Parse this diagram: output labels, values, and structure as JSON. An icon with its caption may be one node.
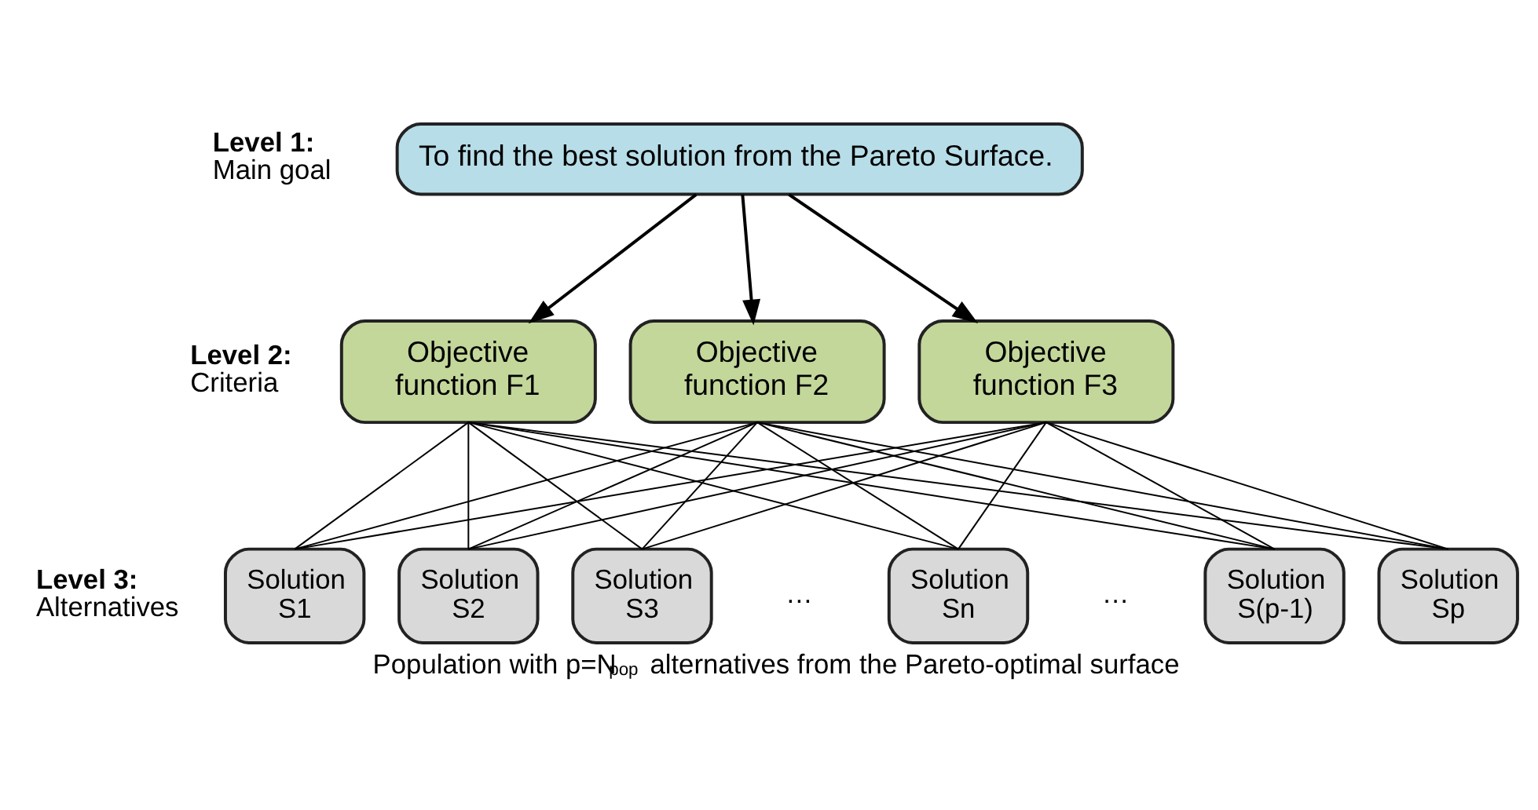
{
  "diagram": {
    "caption": "Population with p=N$_{pop}$ alternatives from the Pareto-optimal surface",
    "nodes": [
      {
        "text": [
          "To find the best solution from the Pareto Surface."
        ]
      },
      {
        "text": [
          "Objective function F1"
        ]
      },
      {
        "text": [
          "Objective function F2"
        ]
      },
      {
        "text": [
          "Objective function F3"
        ]
      },
      {
        "text": [
          "Solution S1"
        ]
      },
      {
        "text": [
          "Solution S2"
        ]
      },
      {
        "text": [
          "Solution S3"
        ]
      },
      {
        "text": [
          "Solution Sn"
        ]
      },
      {
        "text": [
          "Solution S(p-1)"
        ]
      },
      {
        "text": [
          "Solution Sp"
        ]
      }
    ],
    "edges": [
      {
        "from": 0,
        "to": 1,
        "arrow": "to"
      },
      {
        "from": 0,
        "to": 2,
        "arrow": "to"
      },
      {
        "from": 0,
        "to": 3,
        "arrow": "to"
      },
      {
        "from": 1,
        "to": 4,
        "arrow": "none"
      },
      {
        "from": 1,
        "to": 5,
        "arrow": "none"
      },
      {
        "from": 1,
        "to": 6,
        "arrow": "none"
      },
      {
        "from": 1,
        "to": 7,
        "arrow": "none"
      },
      {
        "from": 1,
        "to": 8,
        "arrow": "none"
      },
      {
        "from": 1,
        "to": 9,
        "arrow": "none"
      },
      {
        "from": 2,
        "to": 4,
        "arrow": "none"
      },
      {
        "from": 2,
        "to": 5,
        "arrow": "none"
      },
      {
        "from": 2,
        "to": 6,
        "arrow": "none"
      },
      {
        "from": 2,
        "to": 7,
        "arrow": "none"
      },
      {
        "from": 2,
        "to": 8,
        "arrow": "none"
      },
      {
        "from": 2,
        "to": 9,
        "arrow": "none"
      },
      {
        "from": 3,
        "to": 4,
        "arrow": "none"
      },
      {
        "from": 3,
        "to": 5,
        "arrow": "none"
      },
      {
        "from": 3,
        "to": 6,
        "arrow": "none"
      },
      {
        "from": 3,
        "to": 7,
        "arrow": "none"
      },
      {
        "from": 3,
        "to": 8,
        "arrow": "none"
      },
      {
        "from": 3,
        "to": 9,
        "arrow": "none"
      }
    ],
    "labels": [
      "Level 1:",
      "Main goal",
      "Level 2:",
      "Criteria",
      "Level 3:",
      "Alternatives",
      "…",
      "…"
    ]
  }
}
